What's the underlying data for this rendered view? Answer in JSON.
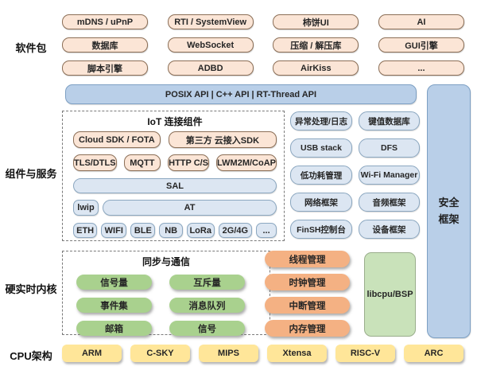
{
  "section_labels": {
    "packages": "软件包",
    "components": "组件与服务",
    "kernel": "硬实时内核",
    "cpu": "CPU架构"
  },
  "packages": {
    "items": [
      "mDNS / uPnP",
      "RTI / SystemView",
      "柿饼UI",
      "AI",
      "数据库",
      "WebSocket",
      "压缩 / 解压库",
      "GUI引擎",
      "脚本引擎",
      "ADBD",
      "AirKiss",
      "..."
    ]
  },
  "api_bar": {
    "label": "POSIX API  |  C++ API  |  RT-Thread API"
  },
  "iot": {
    "title": "IoT 连接组件",
    "cloud_row": [
      "Cloud SDK / FOTA",
      "第三方 云接入SDK"
    ],
    "proto_row": [
      "TLS/DTLS",
      "MQTT",
      "HTTP C/S",
      "LWM2M/CoAP"
    ],
    "sal": "SAL",
    "lwip": "lwip",
    "at": "AT",
    "links": [
      "ETH",
      "WIFI",
      "BLE",
      "NB",
      "LoRa",
      "2G/4G",
      "..."
    ]
  },
  "services": {
    "items": [
      "异常处理/日志",
      "键值数据库",
      "USB stack",
      "DFS",
      "低功耗管理",
      "Wi-Fi Manager",
      "网络框架",
      "音频框架",
      "FinSH控制台",
      "设备框架"
    ]
  },
  "security": {
    "label": "安全框架"
  },
  "ipc": {
    "title": "同步与通信",
    "items": [
      "信号量",
      "互斥量",
      "事件集",
      "消息队列",
      "邮箱",
      "信号"
    ]
  },
  "kernel": {
    "items": [
      "线程管理",
      "时钟管理",
      "中断管理",
      "内存管理"
    ],
    "libcpu": "libcpu/BSP"
  },
  "cpu_archs": {
    "items": [
      "ARM",
      "C-SKY",
      "MIPS",
      "Xtensa",
      "RISC-V",
      "ARC"
    ]
  },
  "colors": {
    "peach": "#fbe5d6",
    "light_blue": "#dce6f2",
    "api_blue": "#b9cfe8",
    "green": "#a9d18e",
    "light_green": "#c9e2ba",
    "orange": "#f4b183",
    "yellow": "#ffe699"
  }
}
